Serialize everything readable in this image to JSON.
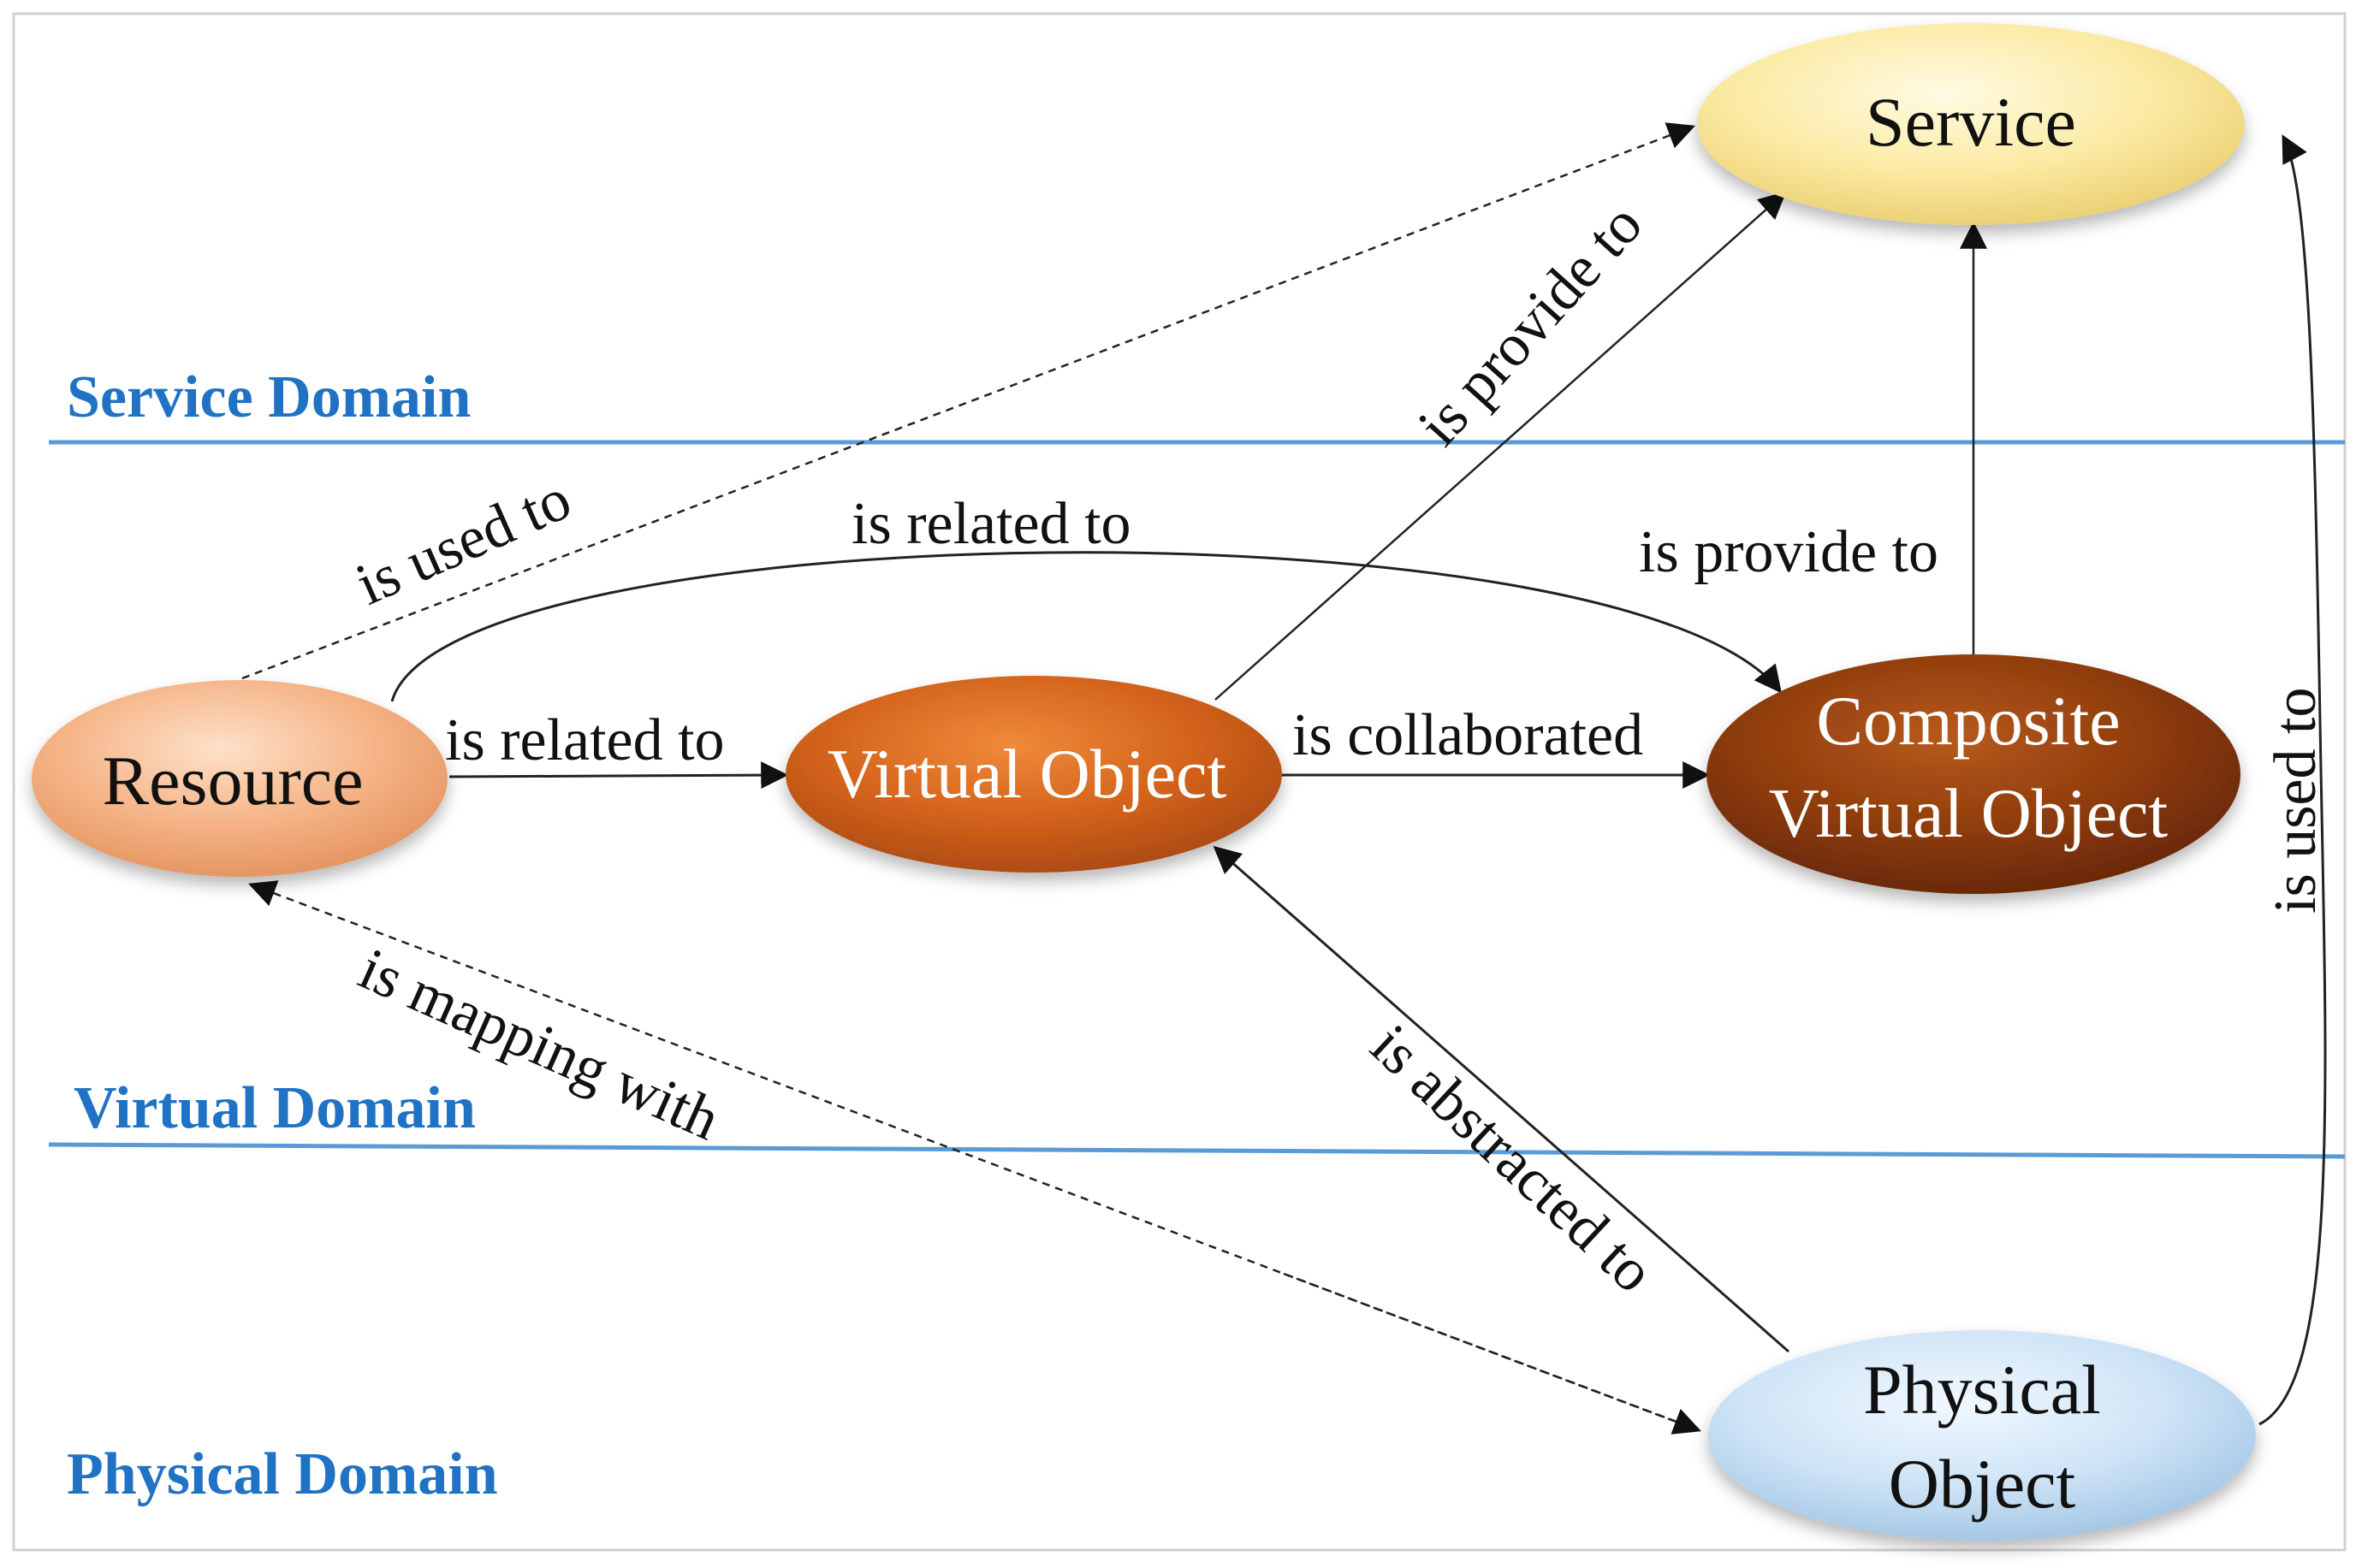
{
  "colors": {
    "domain_line": "#5b9bd5",
    "domain_text": "#1f72c4",
    "edge": "#222222",
    "frame": "#cfcfcf"
  },
  "domains": {
    "service": "Service Domain",
    "virtual": "Virtual Domain",
    "physical": "Physical Domain"
  },
  "nodes": {
    "service": "Service",
    "resource": "Resource",
    "virtual_object": "Virtual Object",
    "composite_line1": "Composite",
    "composite_line2": "Virtual Object",
    "physical_line1": "Physical",
    "physical_line2": "Object"
  },
  "edges": {
    "resource_service": "is used to",
    "resource_composite": "is related to",
    "resource_virtual": "is related to",
    "virtual_service": "is provide to",
    "composite_service": "is provide to",
    "virtual_composite": "is collaborated",
    "physical_resource": "is mapping with",
    "physical_virtual": "is abstracted to",
    "physical_service": "is used to"
  }
}
